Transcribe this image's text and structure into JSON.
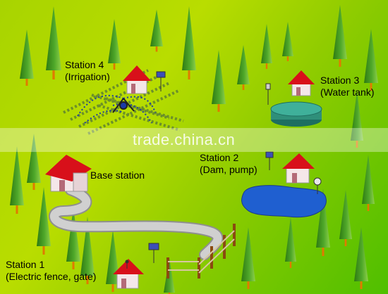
{
  "stations": {
    "station4": {
      "name": "Station 4",
      "desc": "(Irrigation)"
    },
    "station3": {
      "name": "Station 3",
      "desc": "(Water tank)"
    },
    "station2": {
      "name": "Station 2",
      "desc": "(Dam, pump)"
    },
    "station1": {
      "name": "Station 1",
      "desc": "(Electric fence, gate)"
    },
    "base": {
      "name": "Base station"
    }
  },
  "watermark": "trade.china.cn",
  "icons": [
    "tree-icon",
    "house-icon",
    "solar-panel-icon",
    "water-tank-icon",
    "pond-icon",
    "fence-icon",
    "sprinkler-icon",
    "sensor-icon"
  ],
  "colors": {
    "grass_light": "#b9dd00",
    "grass_dark": "#4fbf00",
    "tree": "#3f8f1a",
    "roof": "#d8101a",
    "water": "#1f5fd0",
    "tank": "#2f8f7a",
    "path": "#9a9a9a"
  }
}
